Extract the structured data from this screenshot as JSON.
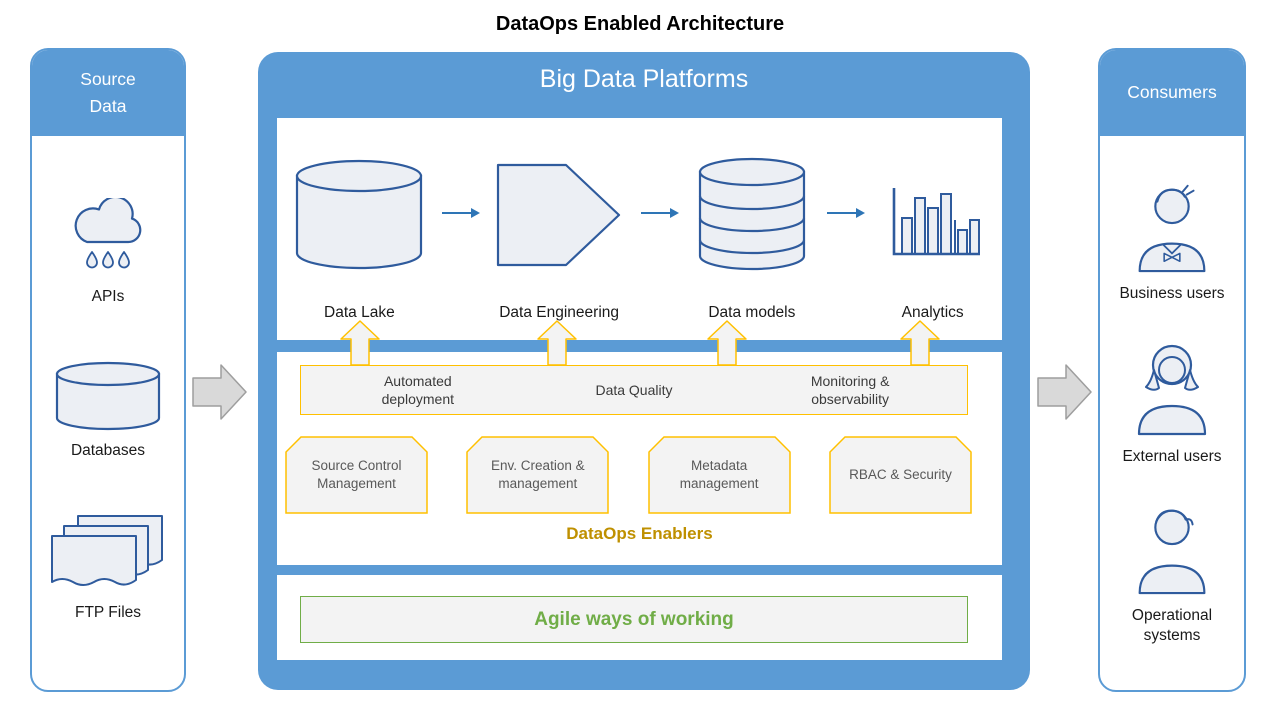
{
  "title": "DataOps Enabled Architecture",
  "source_panel": {
    "title": "Source Data",
    "items": [
      {
        "label": "APIs",
        "icon": "cloud-rain-icon"
      },
      {
        "label": "Databases",
        "icon": "database-cylinder-icon"
      },
      {
        "label": "FTP Files",
        "icon": "stacked-files-icon"
      }
    ]
  },
  "platform_panel": {
    "title": "Big Data Platforms",
    "pipeline": [
      {
        "label": "Data Lake",
        "icon": "data-lake-cylinder-icon"
      },
      {
        "label": "Data Engineering",
        "icon": "pentagon-process-icon"
      },
      {
        "label": "Data models",
        "icon": "database-stack-icon"
      },
      {
        "label": "Analytics",
        "icon": "bar-chart-icon"
      }
    ],
    "enabler_bar": [
      "Automated deployment",
      "Data Quality",
      "Monitoring & observability"
    ],
    "badges": [
      "Source Control Management",
      "Env. Creation & management",
      "Metadata management",
      "RBAC & Security"
    ],
    "enablers_caption": "DataOps Enablers",
    "agile_label": "Agile ways of working"
  },
  "consumers_panel": {
    "title": "Consumers",
    "items": [
      {
        "label": "Business users",
        "icon": "business-user-icon"
      },
      {
        "label": "External users",
        "icon": "external-user-icon"
      },
      {
        "label": "Operational systems",
        "icon": "operational-user-icon"
      }
    ]
  },
  "colors": {
    "panel_blue": "#5B9BD5",
    "icon_outline_blue": "#2F5B9D",
    "flow_arrow_blue": "#2E75B6",
    "gold_border": "#FFC000",
    "gold_text": "#BF9000",
    "green": "#70AD47",
    "light_fill": "#F3F3F3",
    "block_arrow_gray": "#D9D9D9"
  }
}
